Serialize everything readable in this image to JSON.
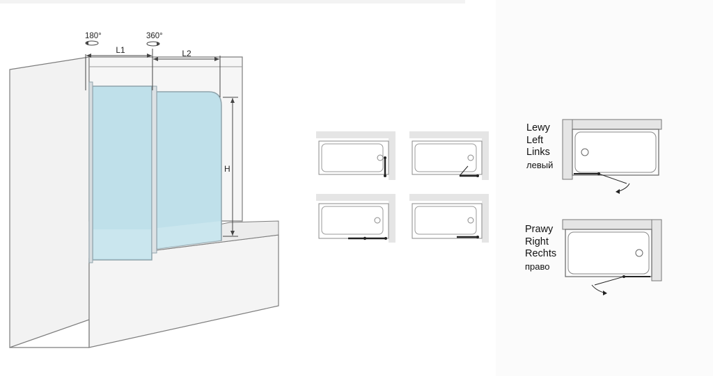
{
  "main_diagram": {
    "rotation_left": "180°",
    "rotation_middle": "360°",
    "width_label_1": "L1",
    "width_label_2": "L2",
    "height_label": "H"
  },
  "small_layouts": [
    {
      "hinge": "right-vertical"
    },
    {
      "hinge": "bottom-right-angled"
    },
    {
      "hinge": "bottom-center"
    },
    {
      "hinge": "bottom-right"
    }
  ],
  "orientation_examples": [
    {
      "labels": [
        "Lewy",
        "Left",
        "Links",
        "левый"
      ],
      "side": "left"
    },
    {
      "labels": [
        "Prawy",
        "Right",
        "Rechts",
        "право"
      ],
      "side": "right"
    }
  ],
  "colors": {
    "glass": "#bfe0ea",
    "frame": "#9aa3a8",
    "wall": "#f1f1f1",
    "wall_stroke": "#888888",
    "line": "#333333"
  }
}
